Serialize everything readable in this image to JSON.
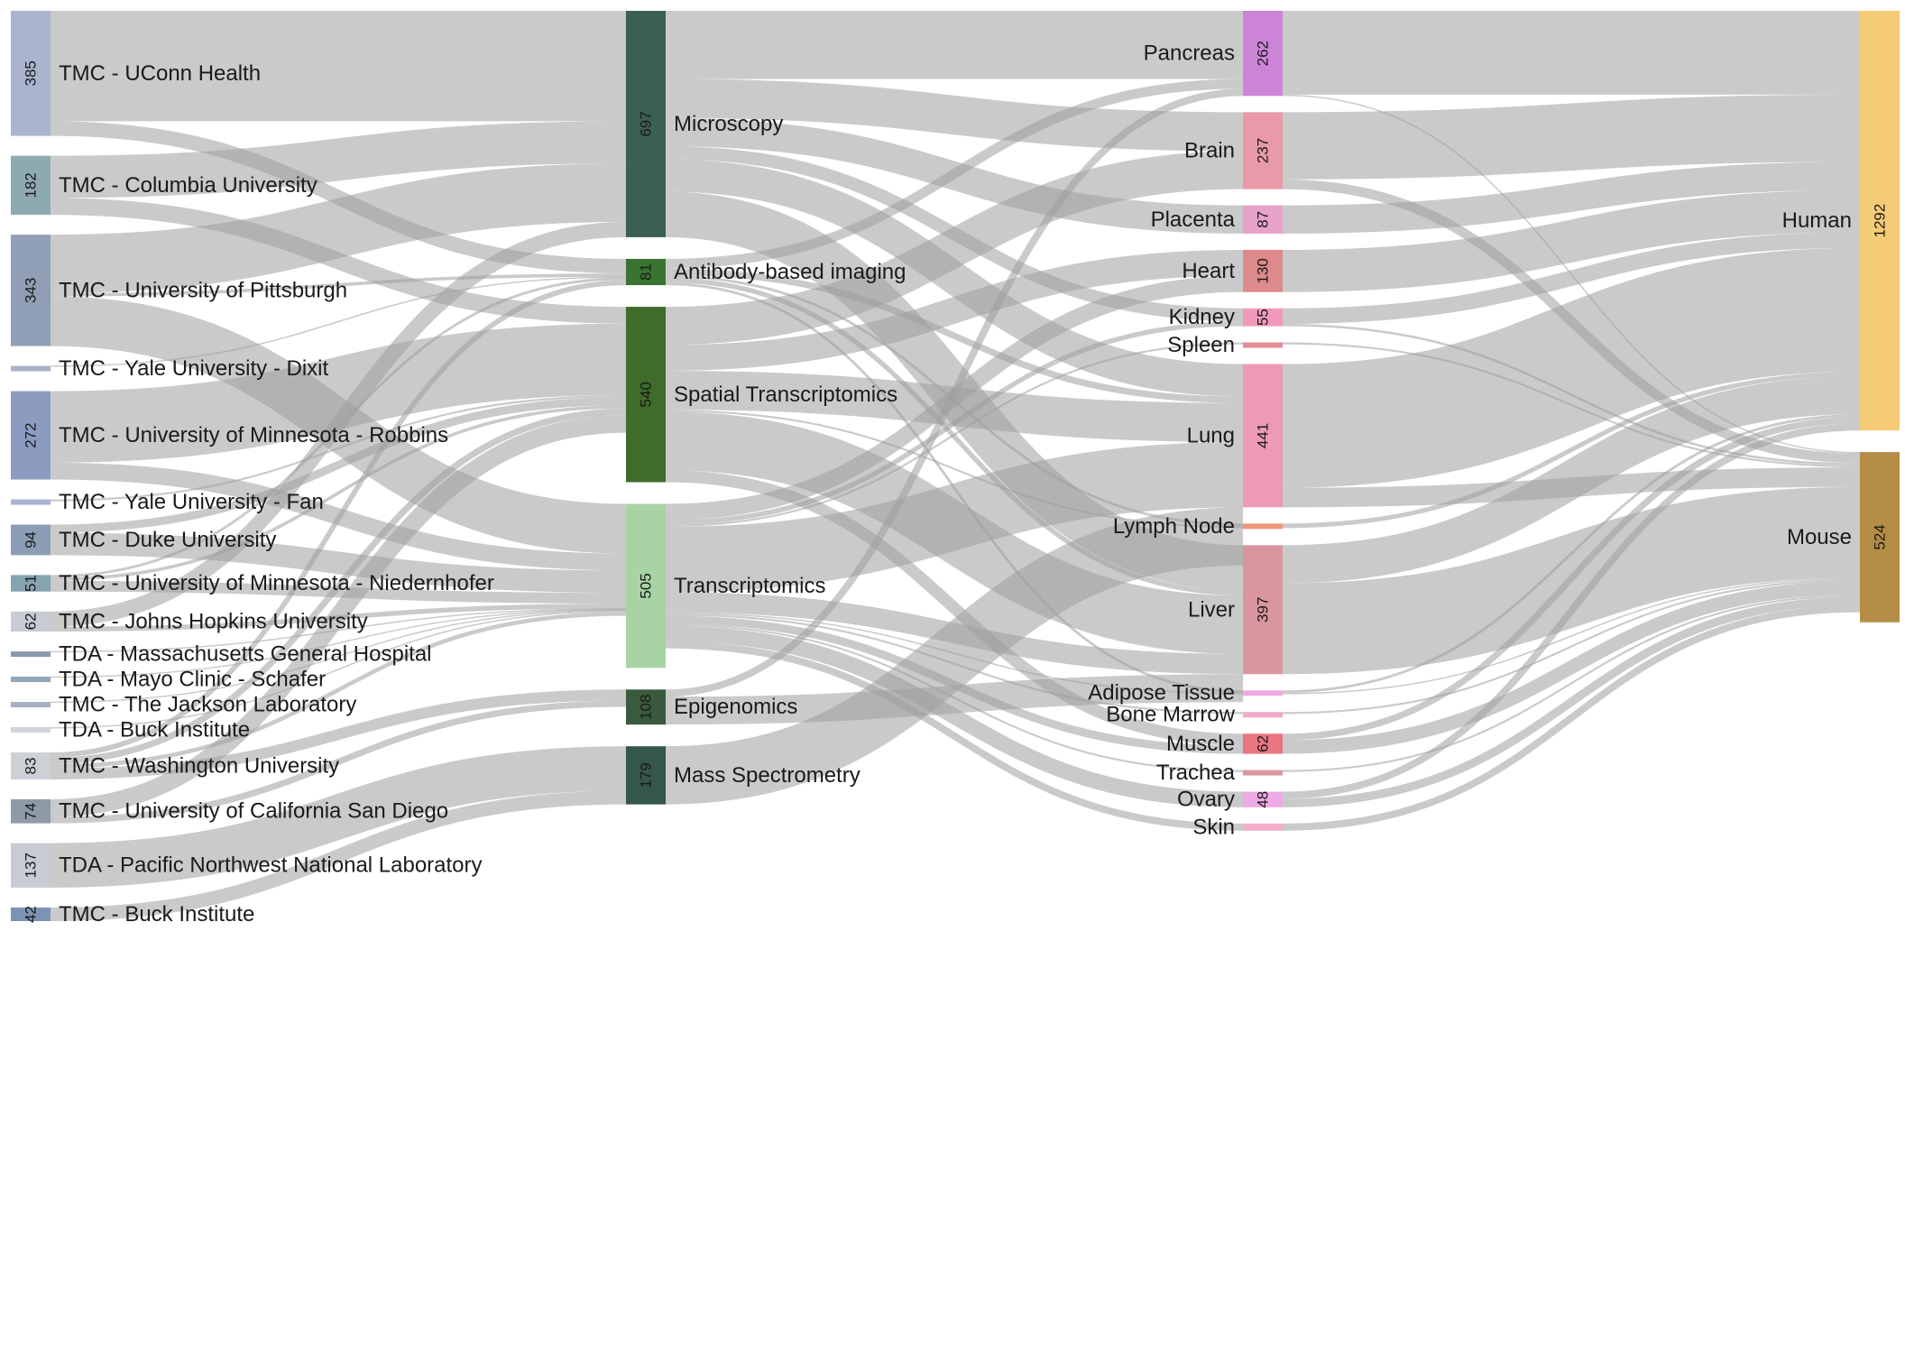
{
  "chart_data": {
    "type": "sankey",
    "nodes": [
      {
        "id": "uconn",
        "label": "TMC - UConn Health",
        "value": 385,
        "value_label": "385",
        "column": 0,
        "color": "#aab4cf"
      },
      {
        "id": "columbia",
        "label": "TMC - Columbia University",
        "value": 182,
        "value_label": "182",
        "column": 0,
        "color": "#8eaab1"
      },
      {
        "id": "pitt",
        "label": "TMC - University of Pittsburgh",
        "value": 343,
        "value_label": "343",
        "column": 0,
        "color": "#909fb5"
      },
      {
        "id": "yale_dixit",
        "label": "TMC - Yale University - Dixit",
        "value": 2,
        "value_label": "",
        "column": 0,
        "color": "#aab0c9"
      },
      {
        "id": "umn_robbins",
        "label": "TMC - University of Minnesota - Robbins",
        "value": 272,
        "value_label": "272",
        "column": 0,
        "color": "#8c9cc0"
      },
      {
        "id": "yale_fan",
        "label": "TMC - Yale University - Fan",
        "value": 6,
        "value_label": "",
        "column": 0,
        "color": "#a9b3d3"
      },
      {
        "id": "duke",
        "label": "TMC - Duke University",
        "value": 94,
        "value_label": "94",
        "column": 0,
        "color": "#8d9db5"
      },
      {
        "id": "umn_nied",
        "label": "TMC - University of Minnesota - Niedernhofer",
        "value": 51,
        "value_label": "51",
        "column": 0,
        "color": "#86a3b2"
      },
      {
        "id": "jhu",
        "label": "TMC - Johns Hopkins University",
        "value": 62,
        "value_label": "62",
        "column": 0,
        "color": "#c8ccd6"
      },
      {
        "id": "mgh",
        "label": "TDA - Massachusetts General Hospital",
        "value": 2,
        "value_label": "",
        "column": 0,
        "color": "#8899aa"
      },
      {
        "id": "mayo",
        "label": "TDA - Mayo Clinic - Schafer",
        "value": 2,
        "value_label": "",
        "column": 0,
        "color": "#8fa6bb"
      },
      {
        "id": "jax",
        "label": "TMC - The Jackson Laboratory",
        "value": 2,
        "value_label": "",
        "column": 0,
        "color": "#a8aec4"
      },
      {
        "id": "buck_tda",
        "label": "TDA - Buck Institute",
        "value": 4,
        "value_label": "",
        "column": 0,
        "color": "#cfd3da"
      },
      {
        "id": "wustl",
        "label": "TMC - Washington University",
        "value": 83,
        "value_label": "83",
        "column": 0,
        "color": "#cdd0d6"
      },
      {
        "id": "ucsd",
        "label": "TMC - University of California San Diego",
        "value": 74,
        "value_label": "74",
        "column": 0,
        "color": "#8e9aa6"
      },
      {
        "id": "pnnl",
        "label": "TDA - Pacific Northwest National Laboratory",
        "value": 137,
        "value_label": "137",
        "column": 0,
        "color": "#c7ccd4"
      },
      {
        "id": "buck_tmc",
        "label": "TMC - Buck Institute",
        "value": 42,
        "value_label": "42",
        "column": 0,
        "color": "#7d93b4"
      },
      {
        "id": "micro",
        "label": "Microscopy",
        "value": 697,
        "value_label": "697",
        "column": 1,
        "color": "#3b5f53"
      },
      {
        "id": "ab",
        "label": "Antibody-based imaging",
        "value": 81,
        "value_label": "81",
        "column": 1,
        "color": "#3a7432"
      },
      {
        "id": "st",
        "label": "Spatial Transcriptomics",
        "value": 540,
        "value_label": "540",
        "column": 1,
        "color": "#3f6b2b"
      },
      {
        "id": "tx",
        "label": "Transcriptomics",
        "value": 505,
        "value_label": "505",
        "column": 1,
        "color": "#a8d3a5"
      },
      {
        "id": "epi",
        "label": "Epigenomics",
        "value": 108,
        "value_label": "108",
        "column": 1,
        "color": "#3a5a3e"
      },
      {
        "id": "ms",
        "label": "Mass Spectrometry",
        "value": 179,
        "value_label": "179",
        "column": 1,
        "color": "#35564a"
      },
      {
        "id": "pancreas",
        "label": "Pancreas",
        "value": 262,
        "value_label": "262",
        "column": 2,
        "color": "#cb84d6"
      },
      {
        "id": "brain",
        "label": "Brain",
        "value": 237,
        "value_label": "237",
        "column": 2,
        "color": "#e89aa9"
      },
      {
        "id": "placenta",
        "label": "Placenta",
        "value": 87,
        "value_label": "87",
        "column": 2,
        "color": "#e8a3c8"
      },
      {
        "id": "heart",
        "label": "Heart",
        "value": 130,
        "value_label": "130",
        "column": 2,
        "color": "#de8a8a"
      },
      {
        "id": "kidney",
        "label": "Kidney",
        "value": 55,
        "value_label": "55",
        "column": 2,
        "color": "#ef9aba"
      },
      {
        "id": "spleen",
        "label": "Spleen",
        "value": 6,
        "value_label": "",
        "column": 2,
        "color": "#e28d98"
      },
      {
        "id": "lung",
        "label": "Lung",
        "value": 441,
        "value_label": "441",
        "column": 2,
        "color": "#ec9ab5"
      },
      {
        "id": "lymph",
        "label": "Lymph Node",
        "value": 14,
        "value_label": "",
        "column": 2,
        "color": "#ee987a"
      },
      {
        "id": "liver",
        "label": "Liver",
        "value": 397,
        "value_label": "397",
        "column": 2,
        "color": "#d9969f"
      },
      {
        "id": "adipose",
        "label": "Adipose Tissue",
        "value": 12,
        "value_label": "",
        "column": 2,
        "color": "#f0a8e3"
      },
      {
        "id": "bone",
        "label": "Bone Marrow",
        "value": 6,
        "value_label": "",
        "column": 2,
        "color": "#f1a9c9"
      },
      {
        "id": "muscle",
        "label": "Muscle",
        "value": 62,
        "value_label": "62",
        "column": 2,
        "color": "#e8757f"
      },
      {
        "id": "trachea",
        "label": "Trachea",
        "value": 6,
        "value_label": "",
        "column": 2,
        "color": "#db96a0"
      },
      {
        "id": "ovary",
        "label": "Ovary",
        "value": 48,
        "value_label": "48",
        "column": 2,
        "color": "#eeaae6"
      },
      {
        "id": "skin",
        "label": "Skin",
        "value": 22,
        "value_label": "",
        "column": 2,
        "color": "#f2aecb"
      },
      {
        "id": "human",
        "label": "Human",
        "value": 1292,
        "value_label": "1292",
        "column": 3,
        "color": "#f6cb77"
      },
      {
        "id": "mouse",
        "label": "Mouse",
        "value": 524,
        "value_label": "524",
        "column": 3,
        "color": "#b48c45"
      }
    ],
    "links": [
      {
        "source": "uconn",
        "target": "micro",
        "value": 340
      },
      {
        "source": "uconn",
        "target": "ab",
        "value": 45
      },
      {
        "source": "columbia",
        "target": "micro",
        "value": 130
      },
      {
        "source": "columbia",
        "target": "st",
        "value": 52
      },
      {
        "source": "pitt",
        "target": "micro",
        "value": 180
      },
      {
        "source": "pitt",
        "target": "ab",
        "value": 10
      },
      {
        "source": "pitt",
        "target": "tx",
        "value": 153
      },
      {
        "source": "yale_dixit",
        "target": "ab",
        "value": 2
      },
      {
        "source": "umn_robbins",
        "target": "st",
        "value": 220
      },
      {
        "source": "umn_robbins",
        "target": "tx",
        "value": 52
      },
      {
        "source": "yale_fan",
        "target": "st",
        "value": 6
      },
      {
        "source": "duke",
        "target": "st",
        "value": 25
      },
      {
        "source": "duke",
        "target": "tx",
        "value": 69
      },
      {
        "source": "umn_nied",
        "target": "st",
        "value": 10
      },
      {
        "source": "umn_nied",
        "target": "ab",
        "value": 8
      },
      {
        "source": "umn_nied",
        "target": "tx",
        "value": 33
      },
      {
        "source": "jhu",
        "target": "micro",
        "value": 47
      },
      {
        "source": "jhu",
        "target": "tx",
        "value": 15
      },
      {
        "source": "mgh",
        "target": "tx",
        "value": 2
      },
      {
        "source": "mayo",
        "target": "tx",
        "value": 2
      },
      {
        "source": "jax",
        "target": "tx",
        "value": 2
      },
      {
        "source": "buck_tda",
        "target": "tx",
        "value": 4
      },
      {
        "source": "wustl",
        "target": "st",
        "value": 20
      },
      {
        "source": "wustl",
        "target": "ab",
        "value": 16
      },
      {
        "source": "wustl",
        "target": "epi",
        "value": 34
      },
      {
        "source": "wustl",
        "target": "tx",
        "value": 13
      },
      {
        "source": "ucsd",
        "target": "st",
        "value": 207
      },
      {
        "source": "ucsd",
        "target": "epi",
        "value": 74
      },
      {
        "source": "pnnl",
        "target": "ms",
        "value": 137
      },
      {
        "source": "buck_tmc",
        "target": "ms",
        "value": 42
      },
      {
        "source": "micro",
        "target": "pancreas",
        "value": 210
      },
      {
        "source": "micro",
        "target": "brain",
        "value": 120
      },
      {
        "source": "micro",
        "target": "placenta",
        "value": 87
      },
      {
        "source": "micro",
        "target": "kidney",
        "value": 40
      },
      {
        "source": "micro",
        "target": "lung",
        "value": 100
      },
      {
        "source": "micro",
        "target": "liver",
        "value": 140
      },
      {
        "source": "ab",
        "target": "pancreas",
        "value": 30
      },
      {
        "source": "ab",
        "target": "lung",
        "value": 20
      },
      {
        "source": "ab",
        "target": "liver",
        "value": 15
      },
      {
        "source": "ab",
        "target": "lymph",
        "value": 8
      },
      {
        "source": "ab",
        "target": "adipose",
        "value": 8
      },
      {
        "source": "st",
        "target": "brain",
        "value": 117
      },
      {
        "source": "st",
        "target": "heart",
        "value": 80
      },
      {
        "source": "st",
        "target": "lung",
        "value": 120
      },
      {
        "source": "st",
        "target": "lymph",
        "value": 6
      },
      {
        "source": "st",
        "target": "liver",
        "value": 180
      },
      {
        "source": "st",
        "target": "muscle",
        "value": 37
      },
      {
        "source": "tx",
        "target": "heart",
        "value": 50
      },
      {
        "source": "tx",
        "target": "kidney",
        "value": 15
      },
      {
        "source": "tx",
        "target": "spleen",
        "value": 6
      },
      {
        "source": "tx",
        "target": "lung",
        "value": 201
      },
      {
        "source": "tx",
        "target": "liver",
        "value": 62
      },
      {
        "source": "tx",
        "target": "adipose",
        "value": 4
      },
      {
        "source": "tx",
        "target": "bone",
        "value": 6
      },
      {
        "source": "tx",
        "target": "muscle",
        "value": 25
      },
      {
        "source": "tx",
        "target": "trachea",
        "value": 6
      },
      {
        "source": "tx",
        "target": "ovary",
        "value": 48
      },
      {
        "source": "tx",
        "target": "skin",
        "value": 22
      },
      {
        "source": "epi",
        "target": "pancreas",
        "value": 22
      },
      {
        "source": "epi",
        "target": "brain",
        "value": 0
      },
      {
        "source": "epi",
        "target": "liver",
        "value": 86
      },
      {
        "source": "ms",
        "target": "lung",
        "value": 179
      },
      {
        "source": "pancreas",
        "target": "human",
        "value": 258
      },
      {
        "source": "pancreas",
        "target": "mouse",
        "value": 4
      },
      {
        "source": "brain",
        "target": "human",
        "value": 207
      },
      {
        "source": "brain",
        "target": "mouse",
        "value": 30
      },
      {
        "source": "placenta",
        "target": "human",
        "value": 87
      },
      {
        "source": "heart",
        "target": "human",
        "value": 130
      },
      {
        "source": "kidney",
        "target": "human",
        "value": 48
      },
      {
        "source": "kidney",
        "target": "mouse",
        "value": 7
      },
      {
        "source": "spleen",
        "target": "mouse",
        "value": 6
      },
      {
        "source": "lung",
        "target": "human",
        "value": 381
      },
      {
        "source": "lung",
        "target": "mouse",
        "value": 60
      },
      {
        "source": "lymph",
        "target": "human",
        "value": 14
      },
      {
        "source": "liver",
        "target": "human",
        "value": 117
      },
      {
        "source": "liver",
        "target": "mouse",
        "value": 280
      },
      {
        "source": "adipose",
        "target": "human",
        "value": 8
      },
      {
        "source": "adipose",
        "target": "mouse",
        "value": 4
      },
      {
        "source": "bone",
        "target": "mouse",
        "value": 6
      },
      {
        "source": "muscle",
        "target": "human",
        "value": 20
      },
      {
        "source": "muscle",
        "target": "mouse",
        "value": 42
      },
      {
        "source": "trachea",
        "target": "mouse",
        "value": 6
      },
      {
        "source": "ovary",
        "target": "human",
        "value": 22
      },
      {
        "source": "ovary",
        "target": "mouse",
        "value": 26
      },
      {
        "source": "skin",
        "target": "mouse",
        "value": 22
      }
    ]
  }
}
